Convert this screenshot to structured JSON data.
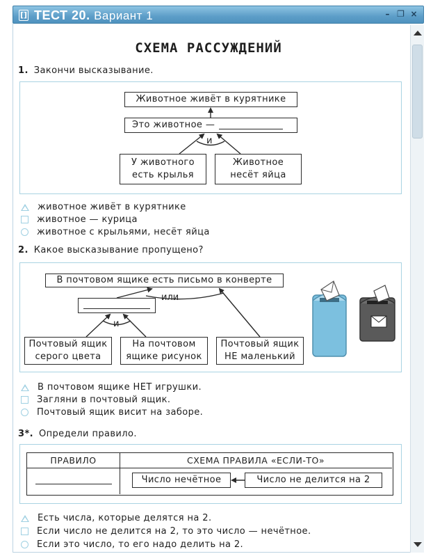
{
  "window": {
    "icon_label": "[]",
    "title": "ТЕСТ 20.",
    "subtitle": "Вариант 1",
    "buttons": {
      "minimize": "–",
      "restore": "❐",
      "close": "×"
    }
  },
  "heading": "СХЕМА РАССУЖДЕНИЙ",
  "q1": {
    "number": "1.",
    "text": "Закончи высказывание.",
    "top_box": "Животное живёт в курятнике",
    "middle_box": "Это животное —",
    "and_label": "и",
    "left_box": [
      "У животного",
      "есть крылья"
    ],
    "right_box": [
      "Животное",
      "несёт яйца"
    ],
    "options": [
      {
        "marker": "triangle",
        "text": "животное живёт в курятнике"
      },
      {
        "marker": "square",
        "text": "животное — курица"
      },
      {
        "marker": "circle",
        "text": "животное с крыльями, несёт яйца"
      }
    ]
  },
  "q2": {
    "number": "2.",
    "text": "Какое высказывание пропущено?",
    "top_box": "В почтовом ящике есть письмо в конверте",
    "or_label": "или",
    "and_label": "и",
    "box1": [
      "Почтовый ящик",
      "серого цвета"
    ],
    "box2": [
      "На почтовом",
      "ящике рисунок"
    ],
    "box3": [
      "Почтовый ящик",
      "НЕ маленький"
    ],
    "options": [
      {
        "marker": "triangle",
        "text": "В почтовом ящике НЕТ игрушки."
      },
      {
        "marker": "square",
        "text": "Загляни в почтовый ящик."
      },
      {
        "marker": "circle",
        "text": "Почтовый ящик висит на заборе."
      }
    ]
  },
  "q3": {
    "number": "3*.",
    "text": "Определи правило.",
    "col1_header": "ПРАВИЛО",
    "col2_header": "СХЕМА ПРАВИЛА «ЕСЛИ-ТО»",
    "then_box": "Число нечётное",
    "if_box": "Число не делится на 2",
    "options": [
      {
        "marker": "triangle",
        "text": "Есть числа, которые делятся на 2."
      },
      {
        "marker": "square",
        "text": "Если число не делится на 2, то это число — нечётное."
      },
      {
        "marker": "circle",
        "text": "Если это число, то его надо делить на 2."
      }
    ]
  },
  "colors": {
    "accent": "#9fd0e2",
    "title_bar": "#5d9ec8",
    "mailbox_blue": "#7cc0df",
    "mailbox_dark": "#5a5a5a"
  }
}
